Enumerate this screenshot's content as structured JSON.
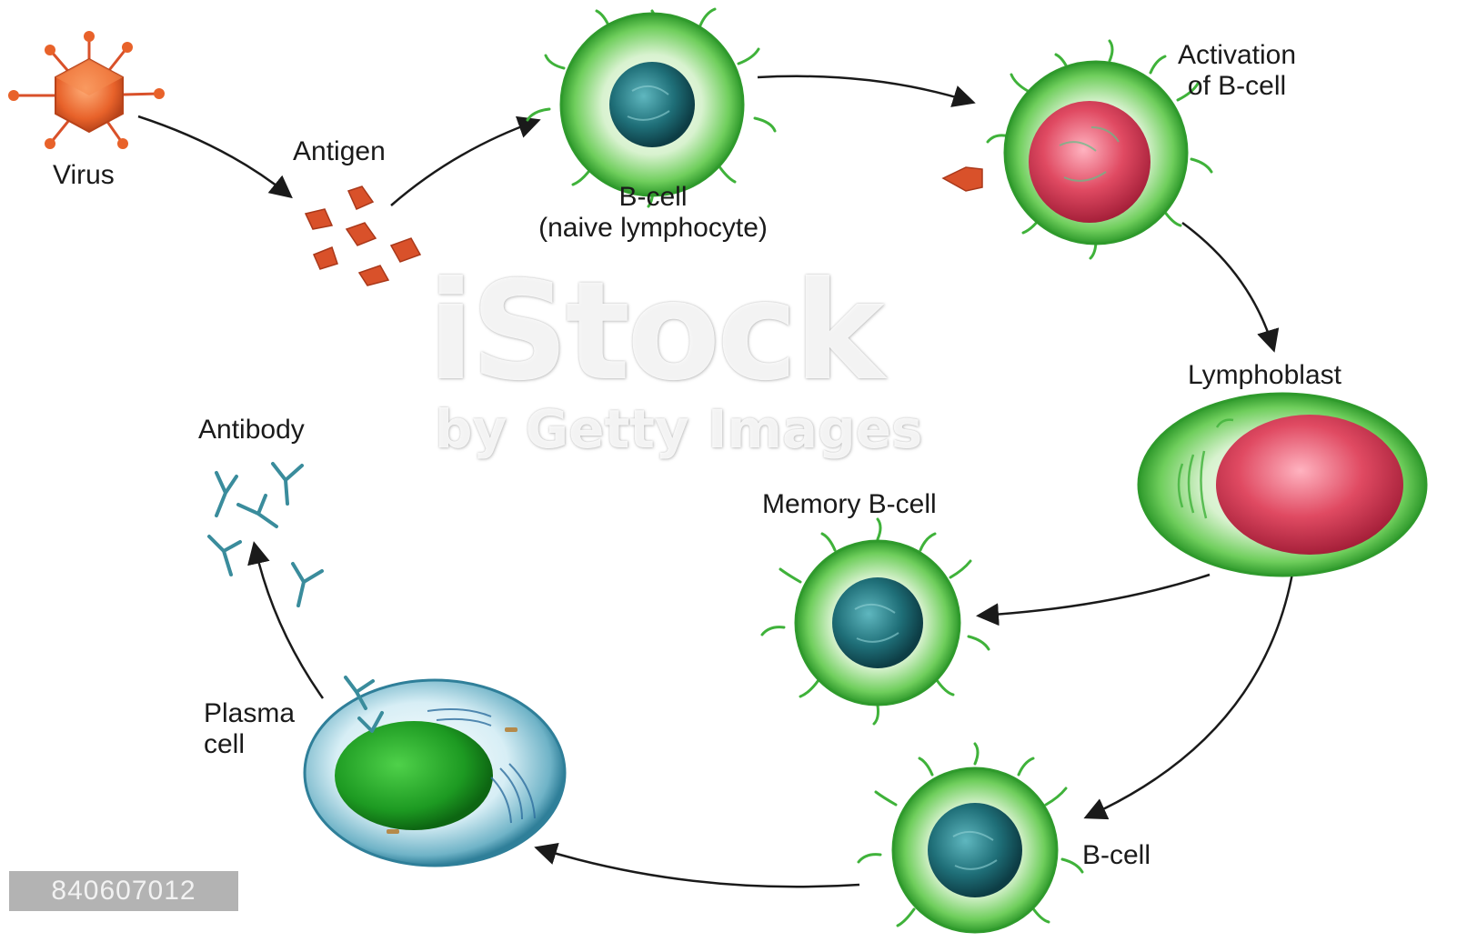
{
  "labels": {
    "virus": "Virus",
    "antigen": "Antigen",
    "bcell_naive_1": "B-cell",
    "bcell_naive_2": "(naive lymphocyte)",
    "activation_1": "Activation",
    "activation_2": "of B-cell",
    "lymphoblast": "Lymphoblast",
    "memory": "Memory B-cell",
    "bcell": "B-cell",
    "plasma_1": "Plasma",
    "plasma_2": "cell",
    "antibody": "Antibody"
  },
  "watermark": {
    "main": "iStock",
    "sub": "by Getty Images"
  },
  "stock_id": "840607012",
  "colors": {
    "virus": "#e8622a",
    "antigen": "#d9512a",
    "cell_green": "#3fb23a",
    "nucleus_teal": "#1f6f78",
    "nucleus_red": "#e04a62",
    "antibody": "#3a8c9c",
    "arrow": "#1a1a1a"
  }
}
